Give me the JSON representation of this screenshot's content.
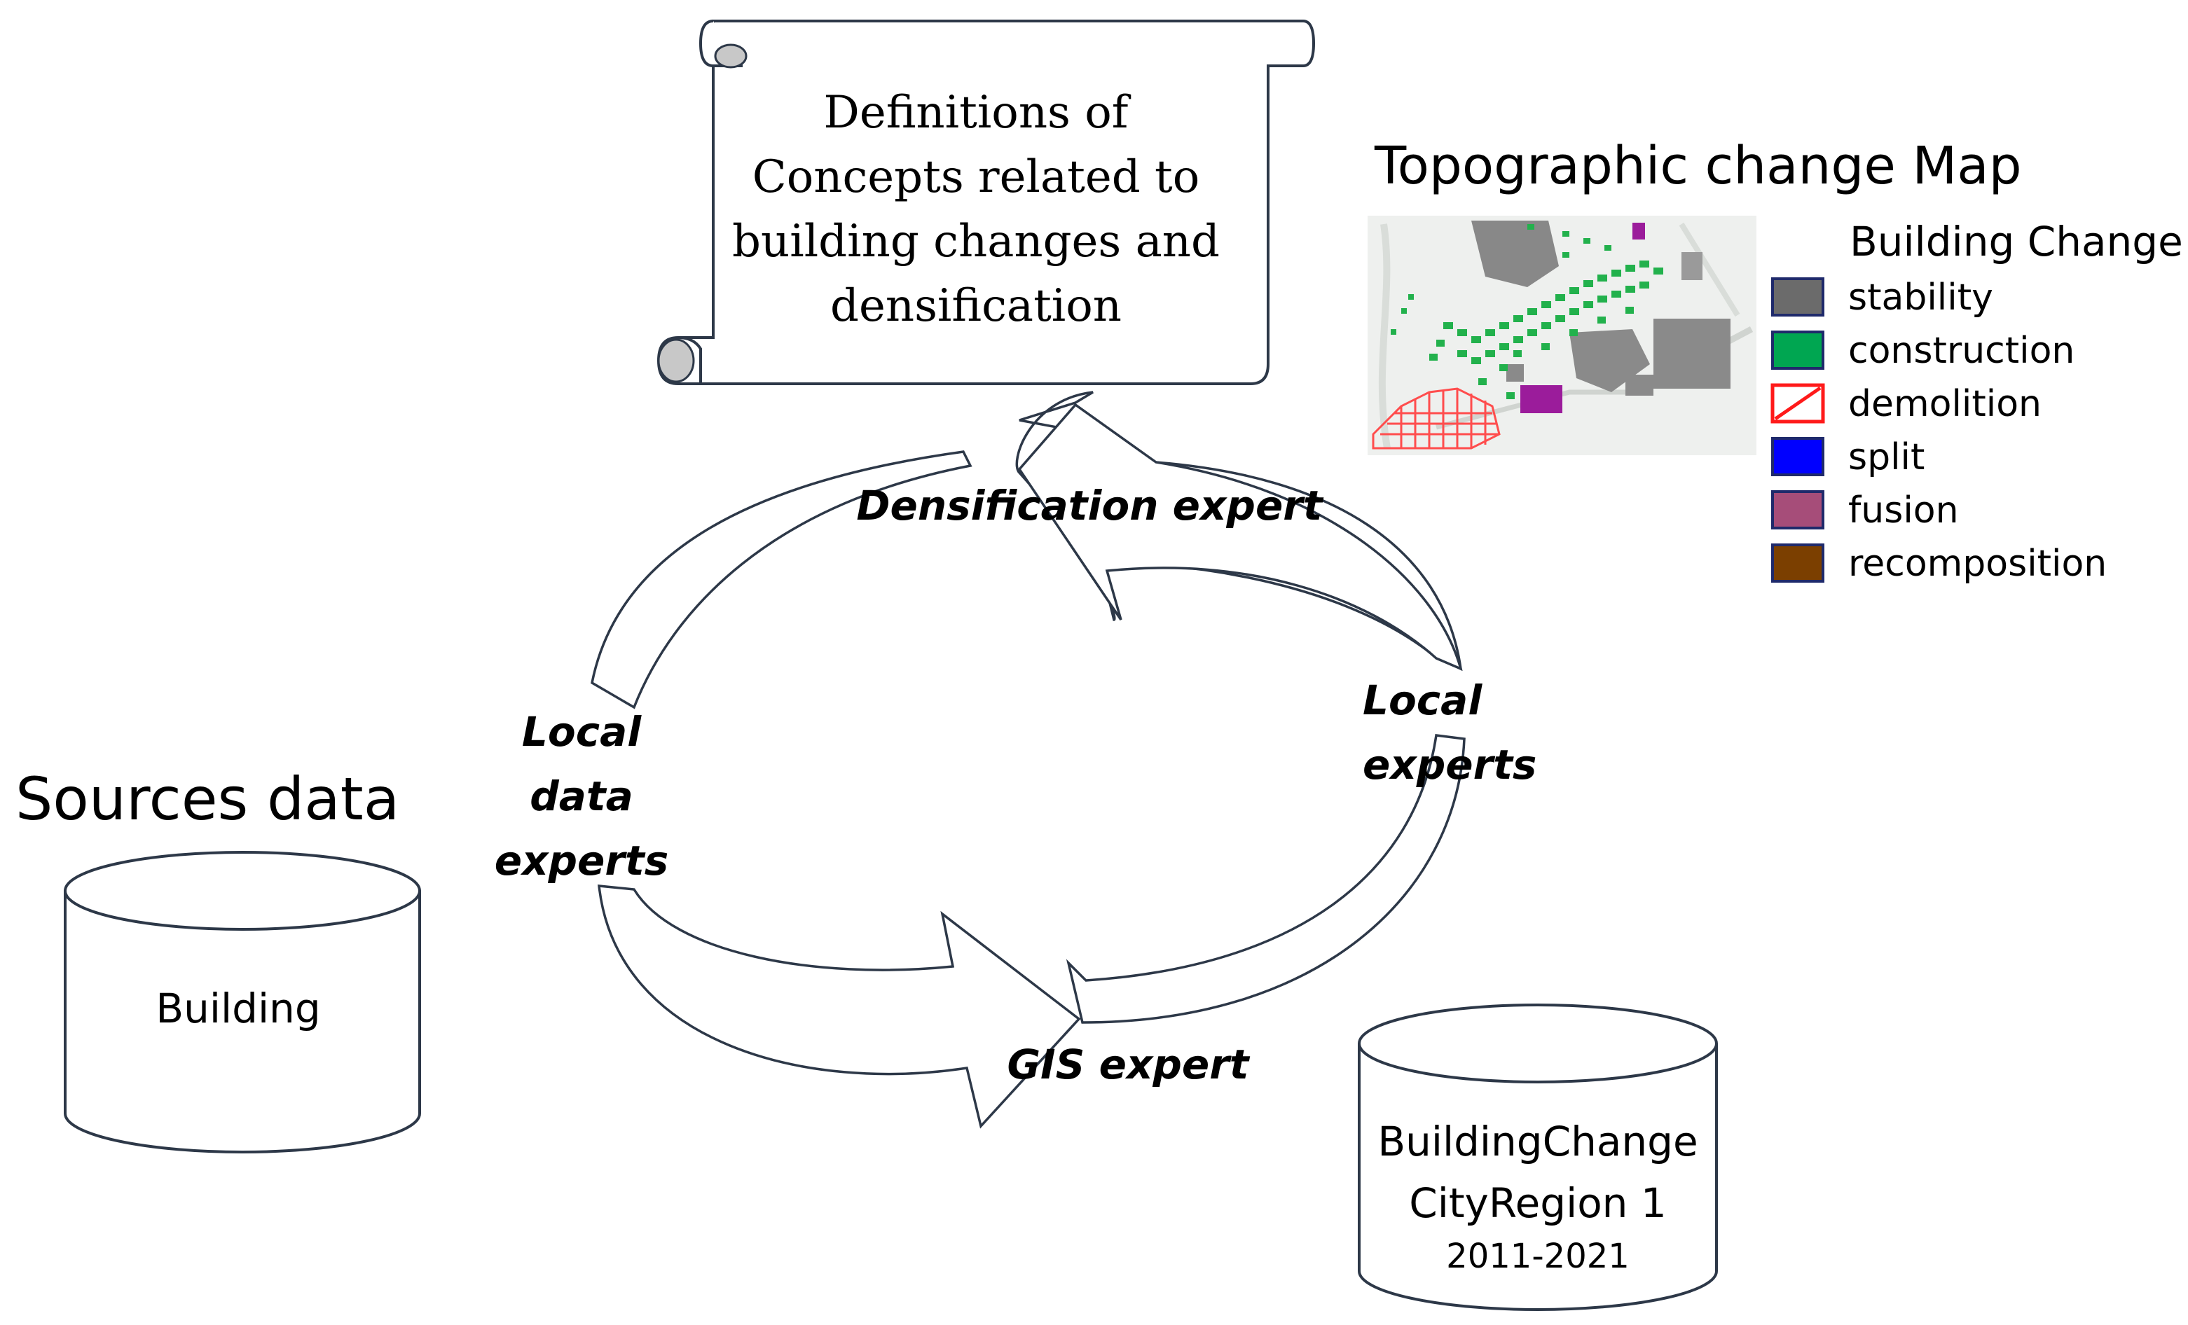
{
  "scroll": {
    "lines": [
      "Definitions of",
      "Concepts related to",
      "building changes and",
      "densification"
    ]
  },
  "cycle": {
    "top_label": "Densification expert",
    "bottom_label": "GIS expert",
    "left_label": [
      "Local",
      "data",
      "experts"
    ],
    "right_label": [
      "Local",
      "experts"
    ]
  },
  "sources": {
    "title": "Sources data",
    "database_label": "Building"
  },
  "output_db": {
    "line1": "BuildingChange",
    "line2": "CityRegion 1",
    "line3": "2011-2021"
  },
  "map": {
    "title": "Topographic change Map",
    "legend_title": "Building Change",
    "legend": [
      {
        "label": "stability",
        "color": "#6b6b6b",
        "pattern": "solid"
      },
      {
        "label": "construction",
        "color": "#00a651",
        "pattern": "solid"
      },
      {
        "label": "demolition",
        "color": "#ff1a1a",
        "pattern": "hatch"
      },
      {
        "label": "split",
        "color": "#0000ff",
        "pattern": "solid"
      },
      {
        "label": "fusion",
        "color": "#a64d79",
        "pattern": "solid"
      },
      {
        "label": "recomposition",
        "color": "#7b3f00",
        "pattern": "solid"
      }
    ],
    "colors": {
      "background": "#eef0ee",
      "stability": "#8a8a8a",
      "construction": "#22b14c",
      "demolition": "#ff4d4d",
      "fusion": "#9b1c9b"
    }
  }
}
